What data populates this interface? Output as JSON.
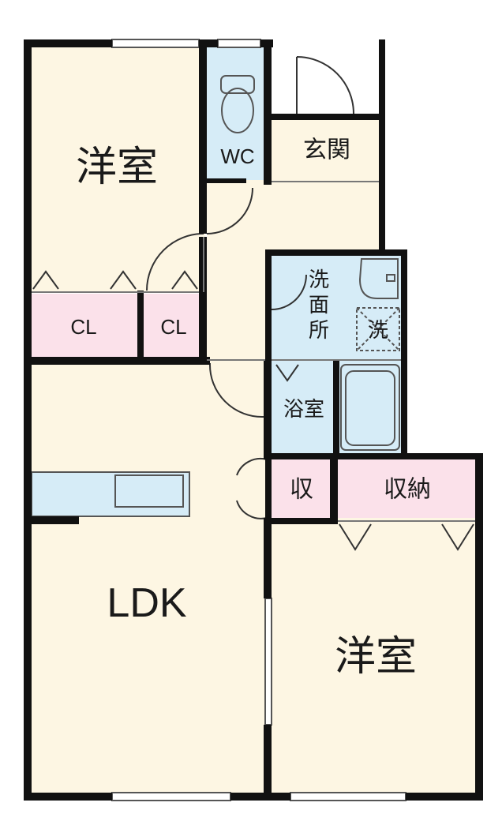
{
  "colors": {
    "room": "#fdf6e3",
    "wet": "#d6ecf7",
    "storage": "#fbe1ea",
    "wall": "#111111",
    "fixture_stroke": "#555555"
  },
  "rooms": {
    "western_room_1": "洋室",
    "western_room_2": "洋室",
    "ldk": "LDK",
    "wc": "WC",
    "entrance": "玄関",
    "washroom": [
      "洗",
      "面",
      "所"
    ],
    "washer": "洗",
    "bathroom": "浴室",
    "closet_1": "CL",
    "closet_2": "CL",
    "storage_small": "収",
    "storage_large": "収納"
  },
  "icons": {
    "toilet": "toilet-icon",
    "sink": "sink-icon",
    "bathtub": "bathtub-icon",
    "kitchen": "kitchen-counter-icon",
    "washer_pan": "washer-pan-icon"
  }
}
